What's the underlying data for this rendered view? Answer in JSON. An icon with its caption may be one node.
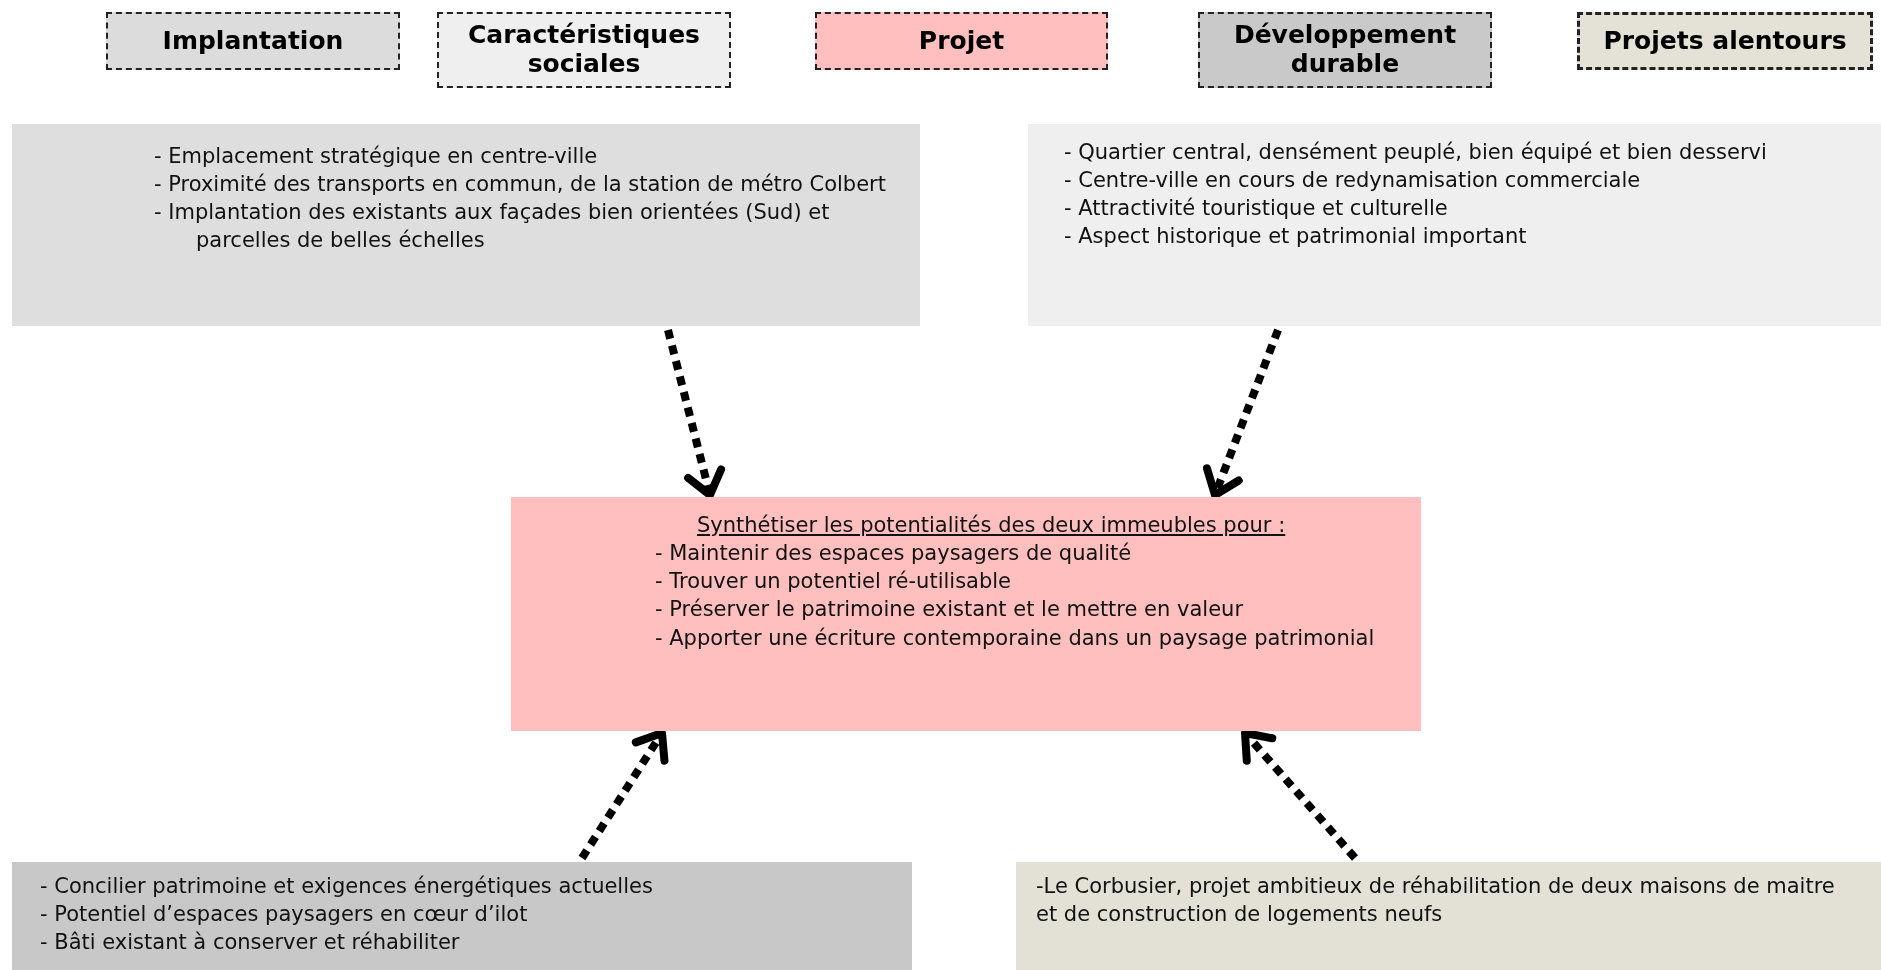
{
  "diagram": {
    "nodes": [
      {
        "text": [
          "Implantation"
        ]
      },
      {
        "text": [
          "Caractéristiques sociales"
        ]
      },
      {
        "text": [
          "Projet"
        ]
      },
      {
        "text": [
          "Développement durable"
        ]
      },
      {
        "text": [
          "Projets alentours"
        ]
      },
      {
        "text": [
          "- Emplacement stratégique en centre-ville",
          "- Proximité des transports en commun, de la station de métro Colbert",
          "- Implantation des existants aux façades bien orientées (Sud) et parcelles de belles échelles"
        ]
      },
      {
        "text": [
          "- Quartier central, densément peuplé, bien équipé et bien desservi",
          "- Centre-ville en cours de redynamisation commerciale",
          "- Attractivité touristique et culturelle",
          "- Aspect historique et patrimonial important"
        ]
      },
      {
        "text": [
          "Synthétiser les potentialités des deux immeubles pour :",
          "- Maintenir des espaces paysagers de qualité",
          "- Trouver un potentiel ré-utilisable",
          "- Préserver le patrimoine existant et le mettre en valeur",
          "- Apporter une écriture contemporaine dans un paysage patrimonial"
        ]
      },
      {
        "text": [
          "- Concilier patrimoine et exigences énergétiques actuelles",
          "- Potentiel d’espaces paysagers en cœur d’ilot",
          "- Bâti existant à conserver et réhabiliter"
        ]
      },
      {
        "text": [
          "-Le Corbusier, projet ambitieux de réhabilitation de deux maisons de maitre et de construction de logements neufs"
        ]
      }
    ],
    "edges": [
      {
        "from": 5,
        "to": 7,
        "arrow": "to",
        "style": "dashed"
      },
      {
        "from": 6,
        "to": 7,
        "arrow": "to",
        "style": "dashed"
      },
      {
        "from": 8,
        "to": 7,
        "arrow": "to",
        "style": "dashed"
      },
      {
        "from": 9,
        "to": 7,
        "arrow": "to",
        "style": "dashed"
      }
    ]
  }
}
